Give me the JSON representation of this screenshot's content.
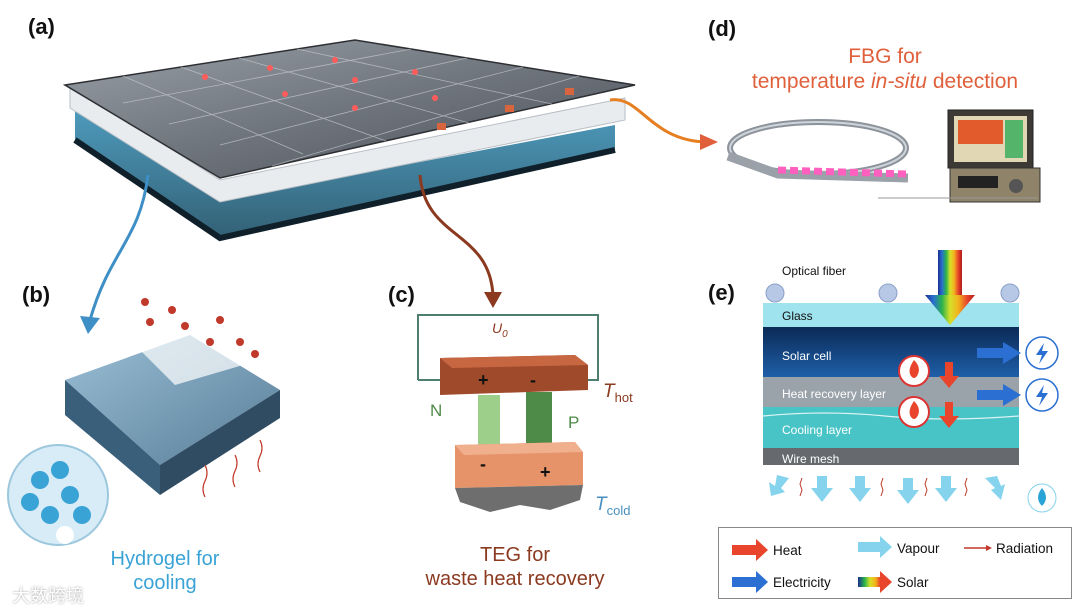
{
  "panels": {
    "a": "(a)",
    "b": "(b)",
    "c": "(c)",
    "d": "(d)",
    "e": "(e)"
  },
  "captions": {
    "b": {
      "line1": "Hydrogel for",
      "line2": "cooling"
    },
    "c": {
      "line1": "TEG for",
      "line2": "waste heat recovery"
    },
    "d": {
      "line1": "FBG for",
      "line2_pre": "temperature ",
      "line2_italic": "in-situ",
      "line2_post": " detection"
    }
  },
  "teg": {
    "u0_main": "U",
    "u0_sub": "0",
    "n": "N",
    "p": "P",
    "plus": "+",
    "minus": "-",
    "t": "T",
    "hot": "hot",
    "cold": "cold"
  },
  "layers": {
    "optical_fiber": "Optical fiber",
    "glass": "Glass",
    "solar_cell": "Solar cell",
    "heat_recovery": "Heat recovery layer",
    "cooling": "Cooling layer",
    "wire_mesh": "Wire mesh"
  },
  "legend": {
    "heat": "Heat",
    "vapour": "Vapour",
    "radiation": "Radiation",
    "electricity": "Electricity",
    "solar": "Solar"
  },
  "watermark": "大数跨境",
  "colors": {
    "heat": "#e8452c",
    "electricity": "#2a6fd1",
    "vapour": "#86d3ee",
    "radiation": "#c0392b",
    "caption_b": "#3aa3d6",
    "caption_c": "#8b3a20",
    "caption_d": "#e0603c"
  }
}
